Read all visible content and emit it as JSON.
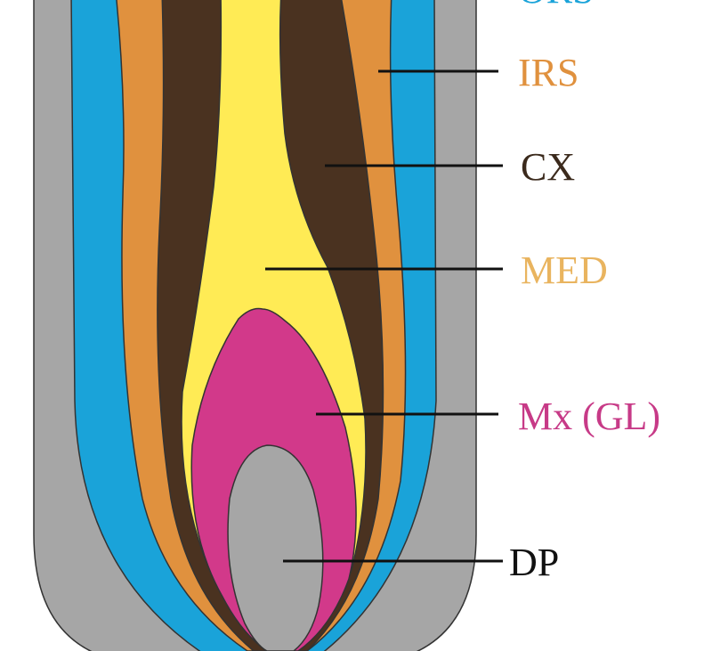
{
  "labels": {
    "ors": "ORS",
    "irs": "IRS",
    "cx": "CX",
    "med": "MED",
    "mx": "Mx (GL)",
    "dp": "DP"
  },
  "colors": {
    "outer_sheath": "#a6a6a6",
    "ors": "#1aa3d9",
    "irs": "#e0913e",
    "cx": "#4a3220",
    "med": "#ffeb55",
    "mx": "#d2398a",
    "dp": "#a6a6a6",
    "ors_text": "#1aa3d9",
    "irs_text": "#e0913e",
    "cx_text": "#3b2a1c",
    "med_text": "#e9b45f",
    "mx_text": "#c73a87",
    "dp_text": "#111111"
  }
}
